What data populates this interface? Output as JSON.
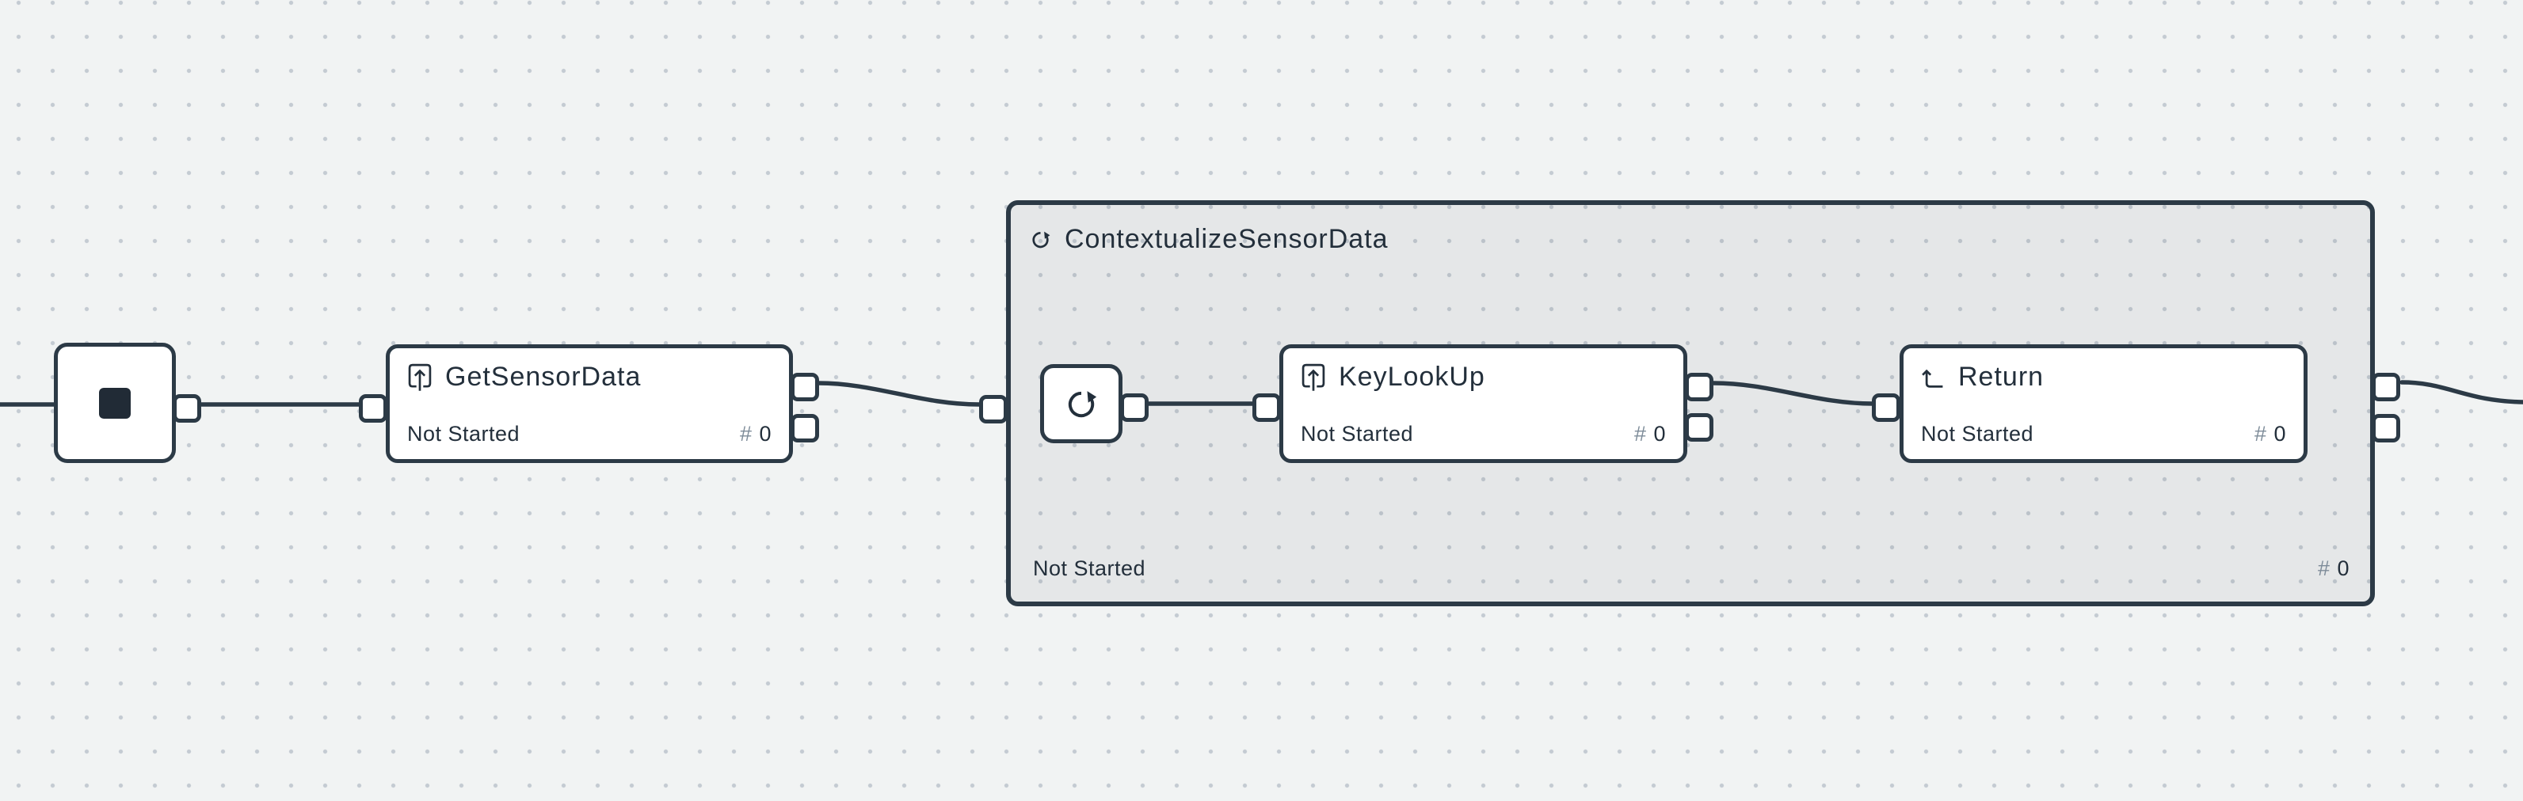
{
  "colors": {
    "background": "#f1f3f3",
    "dot_grid": "#c4cbd2",
    "stroke": "#2c3a46",
    "node_fill": "#ffffff",
    "group_fill_tint": "rgba(44,58,70,0.06)",
    "text": "#232f3b",
    "hash_muted": "#7e8c99"
  },
  "icons": {
    "start": "stop-square-icon",
    "activity": "box-arrow-up-icon",
    "loop": "rotate-clockwise-icon",
    "return": "return-up-icon"
  },
  "nodes": {
    "get_sensor_data": {
      "title": "GetSensorData",
      "status": "Not Started",
      "hash": "#",
      "count": "0"
    },
    "key_look_up": {
      "title": "KeyLookUp",
      "status": "Not Started",
      "hash": "#",
      "count": "0"
    },
    "return_step": {
      "title": "Return",
      "status": "Not Started",
      "hash": "#",
      "count": "0"
    },
    "container": {
      "title": "ContextualizeSensorData",
      "status": "Not Started",
      "hash": "#",
      "count": "0"
    }
  }
}
